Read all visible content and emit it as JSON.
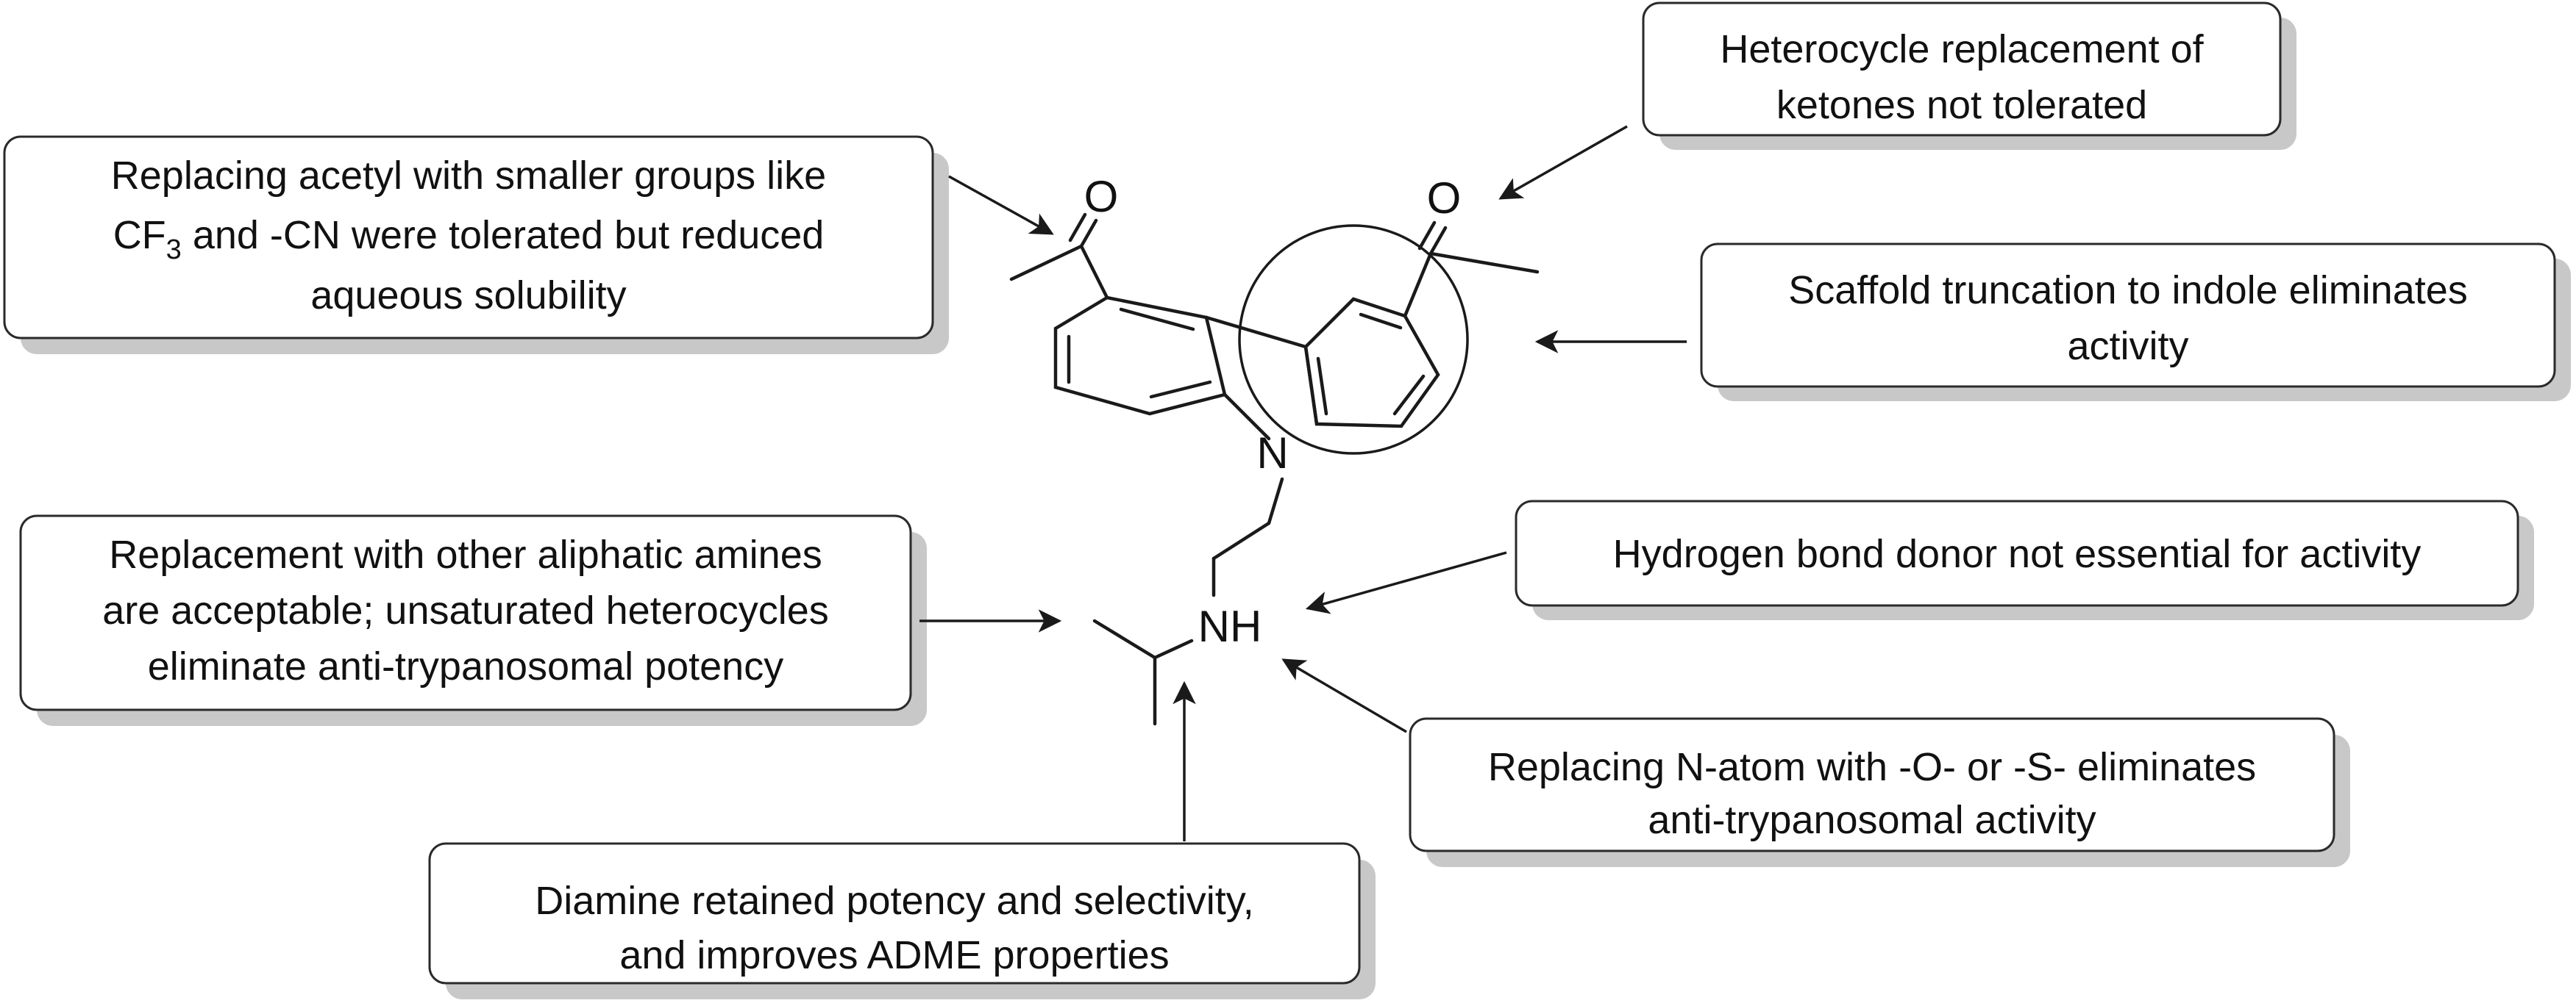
{
  "callouts": [
    {
      "id": "acetyl",
      "lines": [
        "Replacing acetyl with smaller groups like",
        "CF",
        "3",
        " and -CN were tolerated but reduced",
        "aqueous solubility"
      ]
    },
    {
      "id": "heterocycle",
      "lines": [
        "Heterocycle replacement of",
        "ketones not tolerated"
      ]
    },
    {
      "id": "scaffold",
      "lines": [
        "Scaffold truncation to indole eliminates",
        "activity"
      ]
    },
    {
      "id": "hbond",
      "lines": [
        "Hydrogen bond donor not essential for activity"
      ]
    },
    {
      "id": "amines",
      "lines": [
        "Replacement with other aliphatic amines",
        "are acceptable; unsaturated heterocycles",
        "eliminate anti-trypanosomal potency"
      ]
    },
    {
      "id": "natom",
      "lines": [
        "Replacing N-atom with -O- or -S- eliminates",
        "anti-trypanosomal activity"
      ]
    },
    {
      "id": "diamine",
      "lines": [
        "Diamine retained potency and selectivity,",
        "and improves ADME properties"
      ]
    }
  ],
  "atoms": {
    "o_left": "O",
    "o_right": "O",
    "n_ring": "N",
    "nh": "NH"
  }
}
